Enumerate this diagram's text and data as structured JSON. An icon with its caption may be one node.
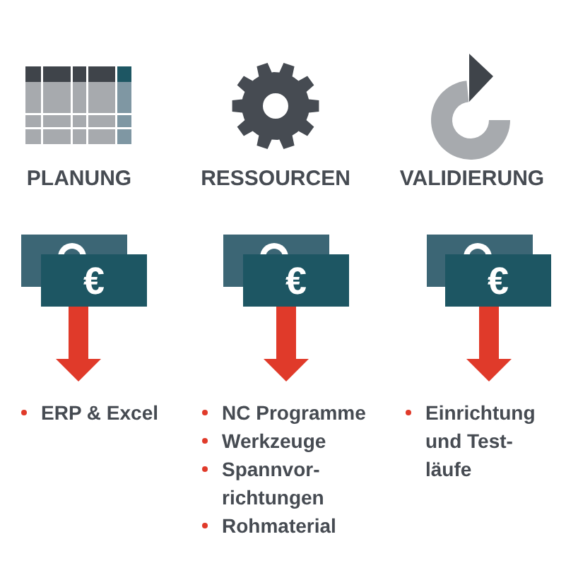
{
  "diagram": {
    "nodes": [
      {
        "text": [
          "€"
        ]
      },
      {
        "text": [
          "€"
        ]
      },
      {
        "text": [
          "€"
        ]
      },
      {
        "text": [
          "ERP & Excel"
        ]
      },
      {
        "text": [
          "NC Programme",
          "Werkzeuge",
          "Spannvor-richtungen",
          "Rohmaterial"
        ]
      },
      {
        "text": [
          "Einrichtung und Test-läufe"
        ]
      }
    ],
    "edges": [
      {
        "from": 0,
        "to": 3,
        "arrow": "to"
      },
      {
        "from": 1,
        "to": 4,
        "arrow": "to"
      },
      {
        "from": 2,
        "to": 5,
        "arrow": "to"
      }
    ],
    "labels": [
      "PLANUNG",
      "RESSOURCEN",
      "VALIDIERUNG"
    ]
  }
}
